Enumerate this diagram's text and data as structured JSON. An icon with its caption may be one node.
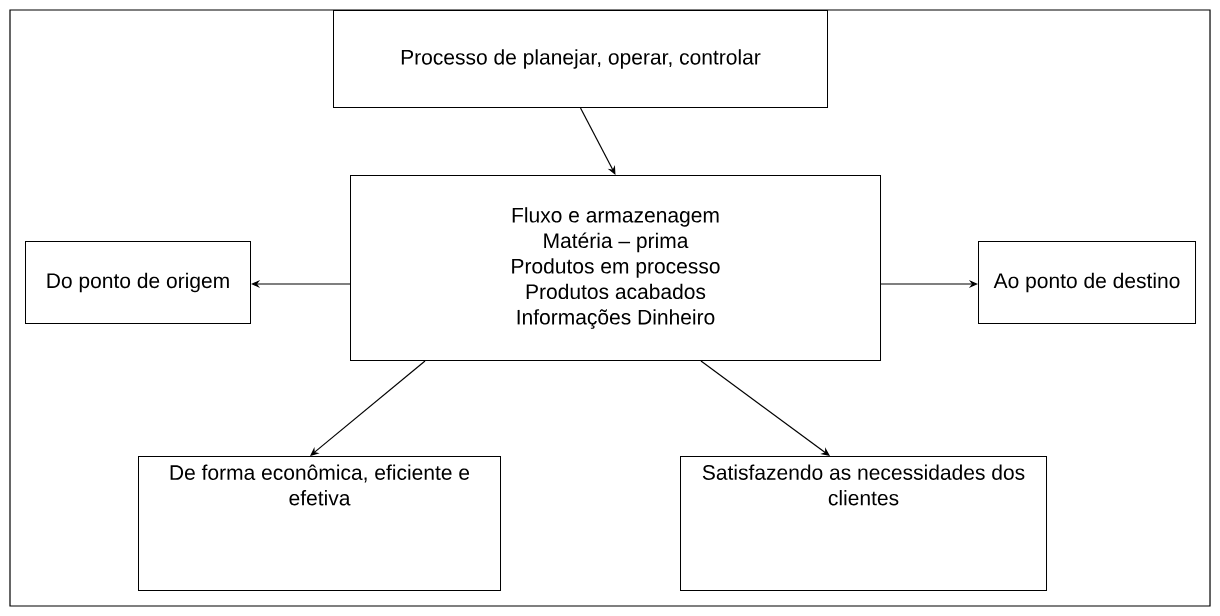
{
  "diagram": {
    "nodes": [
      {
        "text": [
          "Processo de planejar, operar, controlar"
        ]
      },
      {
        "text": [
          "Fluxo e armazenagem",
          "Matéria – prima",
          "Produtos em processo",
          "Produtos acabados",
          "Informações Dinheiro"
        ]
      },
      {
        "text": [
          "Do ponto de origem"
        ]
      },
      {
        "text": [
          "Ao ponto de destino"
        ]
      },
      {
        "text": [
          "De forma econômica, eficiente e efetiva"
        ]
      },
      {
        "text": [
          "Satisfazendo as necessidades dos clientes"
        ]
      }
    ],
    "edges": [
      {
        "from": 0,
        "to": 1,
        "arrow": "to"
      },
      {
        "from": 1,
        "to": 2,
        "arrow": "to"
      },
      {
        "from": 1,
        "to": 3,
        "arrow": "to"
      },
      {
        "from": 1,
        "to": 4,
        "arrow": "to"
      },
      {
        "from": 1,
        "to": 5,
        "arrow": "to"
      }
    ]
  }
}
